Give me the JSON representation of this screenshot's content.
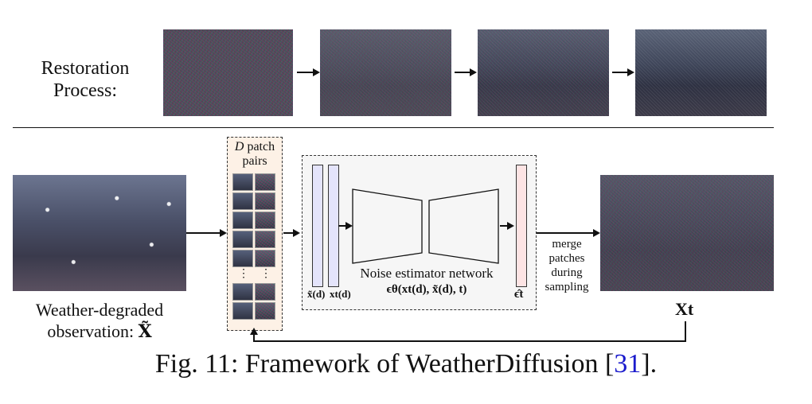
{
  "restoration_label_line1": "Restoration",
  "restoration_label_line2": "Process:",
  "patch_box_line1_var": "D",
  "patch_box_line1_rest": " patch",
  "patch_box_line2": "pairs",
  "network_label": "Noise estimator network",
  "network_formula": "ϵθ(xt(d), x̃(d), t)",
  "input_x_label": "x̃(d)",
  "input_xt_label": "xt(d)",
  "output_eps_label": "ϵ̂t",
  "merge_label_lines": [
    "merge",
    "patches",
    "during",
    "sampling"
  ],
  "observation_line1": "Weather-degraded",
  "observation_line2": "observation:",
  "observation_symbol": "X̃",
  "output_symbol": "Xt",
  "caption_prefix": "Fig. 11: Framework of WeatherDiffusion [",
  "caption_ref": "31",
  "caption_suffix": "].",
  "colors": {
    "input_bar": "#e4e4fb",
    "output_bar": "#fde4e4",
    "patch_box_bg": "#fdf1e6",
    "citation_link": "#1a1acc"
  }
}
